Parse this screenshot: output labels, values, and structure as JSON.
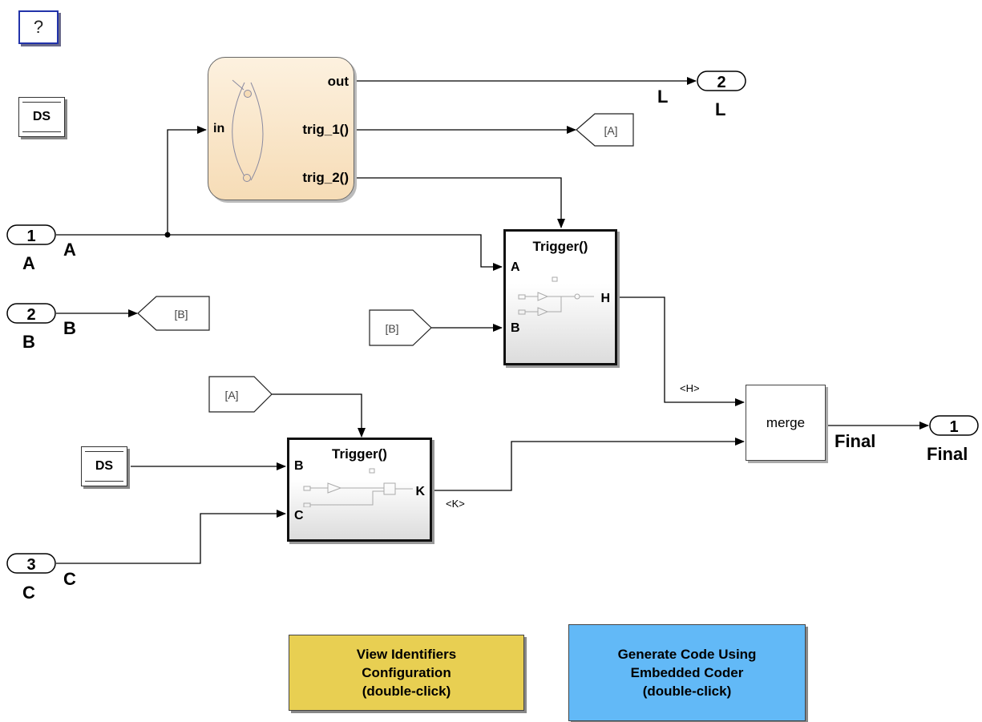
{
  "help": {
    "label": "?"
  },
  "ds_blocks": [
    "DS",
    "DS"
  ],
  "chart": {
    "ports_in": [
      "in"
    ],
    "ports_out": [
      "out",
      "trig_1()",
      "trig_2()"
    ]
  },
  "inports": [
    {
      "number": "1",
      "name": "A",
      "signal": "A"
    },
    {
      "number": "2",
      "name": "B",
      "signal": "B"
    },
    {
      "number": "3",
      "name": "C",
      "signal": "C"
    }
  ],
  "outports": [
    {
      "number": "2",
      "name": "L",
      "signal": "L"
    },
    {
      "number": "1",
      "name": "Final",
      "signal": "Final"
    }
  ],
  "goto_tags": [
    "[A]",
    "[B]"
  ],
  "from_tags": [
    "[B]",
    "[A]"
  ],
  "trigger_subsystems": [
    {
      "title": "Trigger()",
      "inputs": [
        "A",
        "B"
      ],
      "output": "H",
      "out_signal": "<H>"
    },
    {
      "title": "Trigger()",
      "inputs": [
        "B",
        "C"
      ],
      "output": "K",
      "out_signal": "<K>"
    }
  ],
  "merge": {
    "label": "merge"
  },
  "buttons": {
    "view_identifiers": "View Identifiers\nConfiguration\n(double-click)",
    "generate_code": "Generate Code Using\nEmbedded Coder\n(double-click)"
  }
}
